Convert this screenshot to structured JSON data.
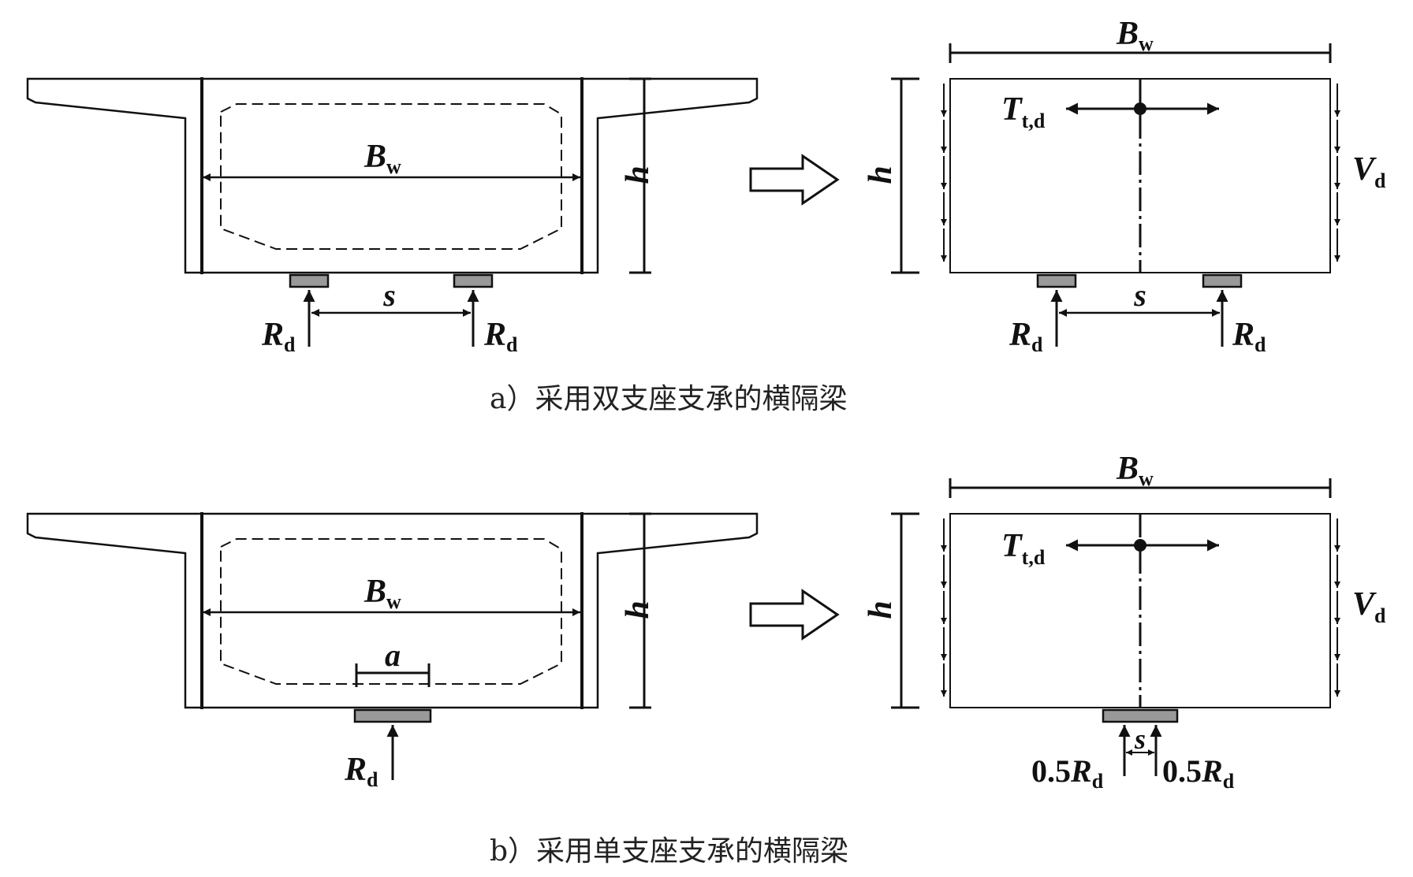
{
  "captions": {
    "a": "a）采用双支座支承的横隔梁",
    "b": "b）采用单支座支承的横隔梁"
  },
  "labels": {
    "Bw_main": "B",
    "Bw_sub": "w",
    "h": "h",
    "s": "s",
    "a": "a",
    "Rd_main": "R",
    "Rd_sub": "d",
    "Ttd_main": "T",
    "Ttd_sub": "t,d",
    "Vd_main": "V",
    "Vd_sub": "d",
    "half": "0.5"
  }
}
